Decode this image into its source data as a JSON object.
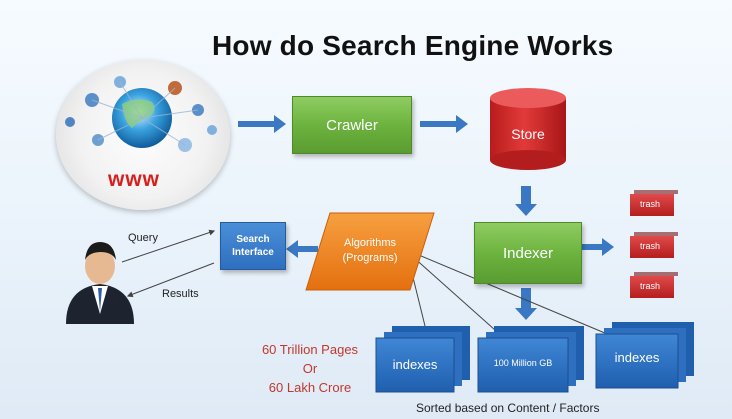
{
  "title": "How do Search Engine Works",
  "nodes": {
    "www": "www",
    "crawler": "Crawler",
    "store": "Store",
    "indexer": "Indexer",
    "search_interface_line1": "Search",
    "search_interface_line2": "Interface",
    "algorithms_line1": "Algorithms",
    "algorithms_line2": "(Programs)",
    "trash": [
      "trash",
      "trash",
      "trash"
    ],
    "indexes": [
      "indexes",
      "100 Million GB",
      "indexes"
    ]
  },
  "edges": {
    "query": "Query",
    "results": "Results"
  },
  "notes": {
    "line1": "60 Trillion Pages",
    "line2": "Or",
    "line3": "60 Lakh Crore"
  },
  "footer": "Sorted based on Content / Factors",
  "colors": {
    "green_box": "#6db33f",
    "blue_box": "#2f6fbf",
    "red_store": "#d62b2b",
    "orange_algo": "#f0821e",
    "arrow": "#3a78c4",
    "note_red": "#c0392b"
  }
}
